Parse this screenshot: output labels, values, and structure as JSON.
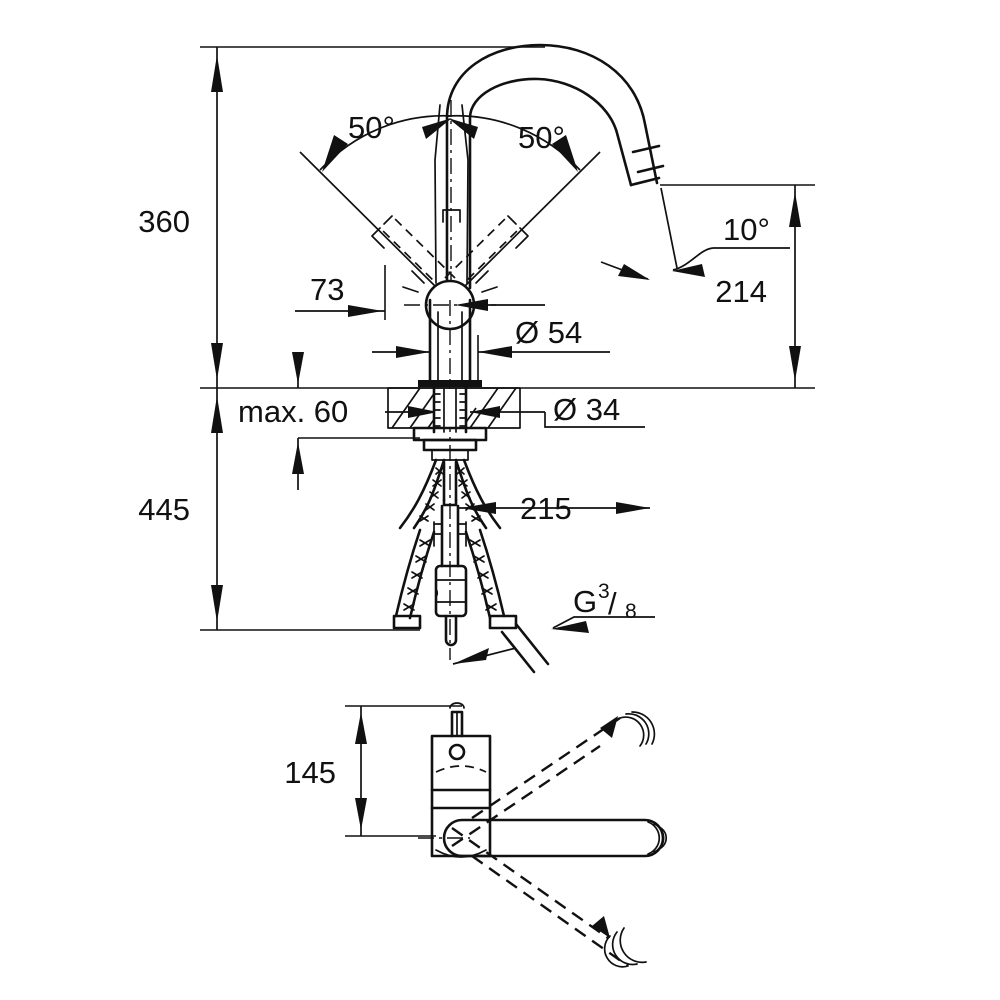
{
  "drawing": {
    "title": "Kitchen mixer tap dimensional drawing",
    "units": "mm",
    "line_color": "#111111",
    "background": "#ffffff",
    "views": [
      {
        "name": "front-elevation",
        "label": ""
      },
      {
        "name": "plan-view",
        "label": ""
      }
    ]
  },
  "dimensions": {
    "overall_height": "360",
    "total_height": "445",
    "spout_height": "214",
    "handle_offset": "73",
    "body_diameter": "Ø 54",
    "hole_diameter": "Ø 34",
    "max_thickness": "max. 60",
    "hose_length": "215",
    "plan_offset": "145",
    "handle_angle_left": "50°",
    "handle_angle_right": "50°",
    "spout_angle": "10°",
    "thread": {
      "prefix": "G",
      "numerator": "3",
      "denominator": "8"
    }
  },
  "labels": {
    "dim_360": "360",
    "dim_445": "445",
    "dim_214": "214",
    "dim_73": "73",
    "dim_d54": "Ø 54",
    "dim_d34": "Ø 34",
    "dim_max60": "max. 60",
    "dim_215": "215",
    "dim_145": "145",
    "ang_50_left": "50°",
    "ang_50_right": "50°",
    "ang_10": "10°",
    "thread_g": "G",
    "thread_num": "3",
    "thread_den": "8",
    "thread_slash": "/"
  }
}
